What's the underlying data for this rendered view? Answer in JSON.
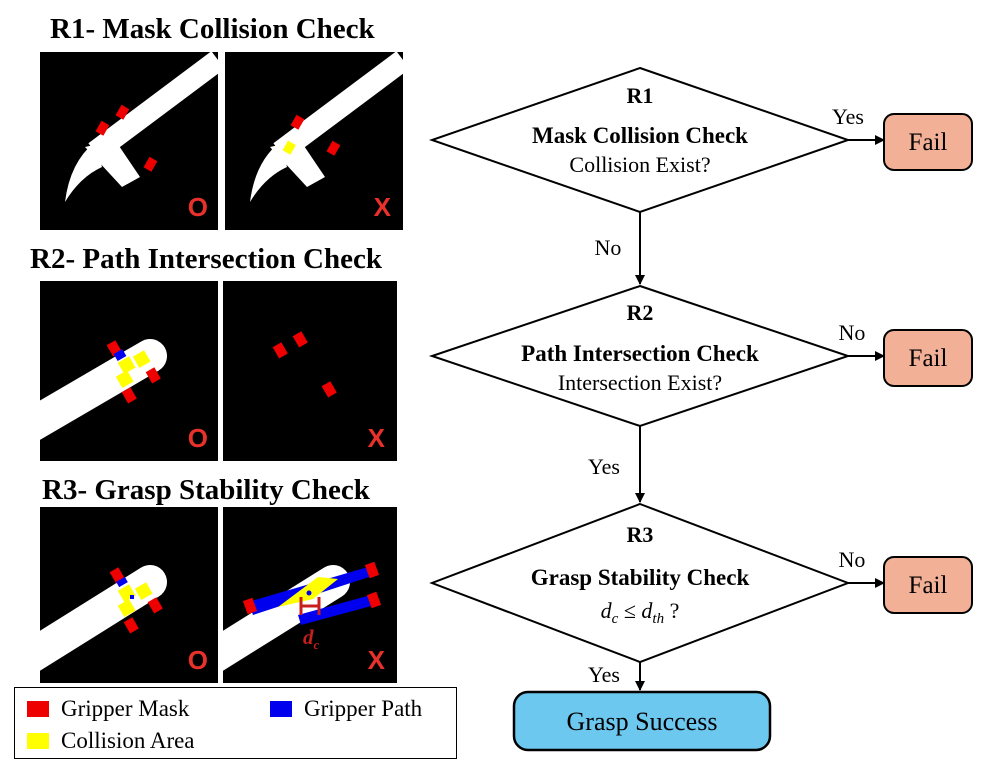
{
  "sections": [
    {
      "title": "R1- Mask Collision Check",
      "left_mark": "O",
      "right_mark": "X"
    },
    {
      "title": "R2- Path Intersection Check",
      "left_mark": "O",
      "right_mark": "X"
    },
    {
      "title": "R3- Grasp Stability Check",
      "left_mark": "O",
      "right_mark": "X",
      "distance_label": "d_c"
    }
  ],
  "legend": [
    {
      "label": "Gripper Mask",
      "color": "#ee0000"
    },
    {
      "label": "Gripper Path",
      "color": "#0000ee"
    },
    {
      "label": "Collision Area",
      "color": "#ffff00"
    }
  ],
  "flowchart": {
    "decisions": [
      {
        "id": "R1",
        "title": "Mask Collision Check",
        "question": "Collision Exist?"
      },
      {
        "id": "R2",
        "title": "Path Intersection Check",
        "question": "Intersection Exist?"
      },
      {
        "id": "R3",
        "title": "Grasp Stability Check",
        "question": "d_c ≤ d_th ?"
      }
    ],
    "edges": {
      "r1_fail": "Yes",
      "r1_next": "No",
      "r2_fail": "No",
      "r2_next": "Yes",
      "r3_fail": "No",
      "r3_next": "Yes"
    },
    "fail_label": "Fail",
    "success_label": "Grasp Success",
    "fail_color": "#f2b196",
    "success_color": "#6dc8ef"
  }
}
